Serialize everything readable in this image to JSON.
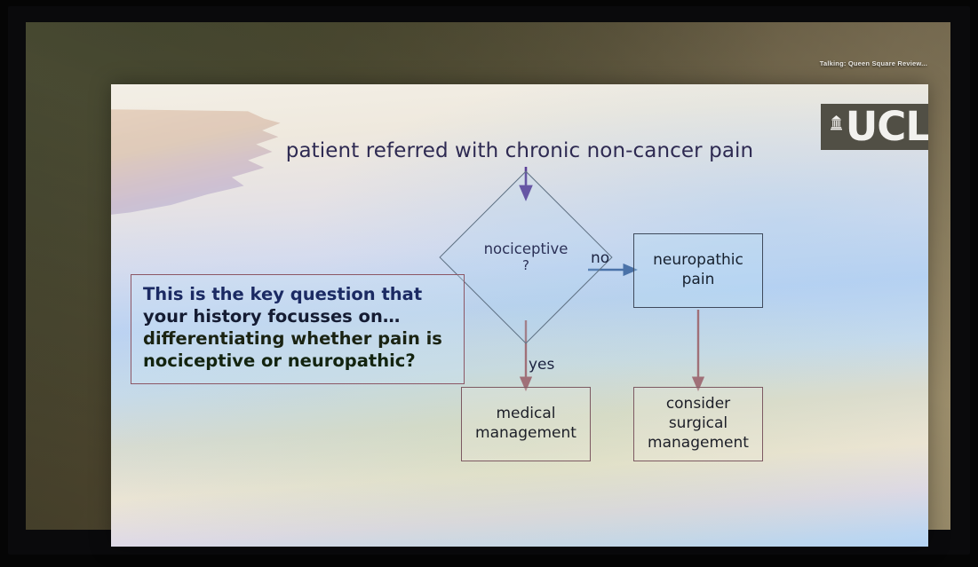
{
  "overlay": {
    "caption": "Talking: Queen Square Review..."
  },
  "slide": {
    "title": "patient referred with chronic non-cancer pain",
    "logo": {
      "wordmark": "UCL",
      "icon": "ucl-portico-icon"
    },
    "key_question": {
      "lines": [
        "This is the key question that",
        "your history focusses on…",
        "differentiating whether pain is",
        "nociceptive or neuropathic?"
      ],
      "border_color": "#8c5765"
    },
    "flowchart": {
      "decision": {
        "label": "nociceptive",
        "question_mark": "?",
        "stroke_color": "#5f7183"
      },
      "nodes": [
        {
          "id": "neuropathic",
          "lines": [
            "neuropathic",
            "pain"
          ],
          "border_color": "#3f4a5c"
        },
        {
          "id": "medical",
          "lines": [
            "medical",
            "management"
          ],
          "border_color": "#7d5a62"
        },
        {
          "id": "surgical",
          "lines": [
            "consider",
            "surgical",
            "management"
          ],
          "border_color": "#7d5a62"
        }
      ],
      "edges": [
        {
          "id": "entry",
          "label": "",
          "color": "#5a3f96"
        },
        {
          "id": "no",
          "label": "no",
          "color": "#4a72a8"
        },
        {
          "id": "yes",
          "label": "yes",
          "color": "#a07078"
        },
        {
          "id": "neuropathic-to-surgical",
          "label": "",
          "color": "#a07078"
        }
      ]
    },
    "colors": {
      "title_text": "#2e2a52",
      "slide_bg_top": "#f3efe6",
      "slide_bg_mid": "#bcd2f2",
      "slide_bg_bottom": "#b4d4f5"
    }
  }
}
